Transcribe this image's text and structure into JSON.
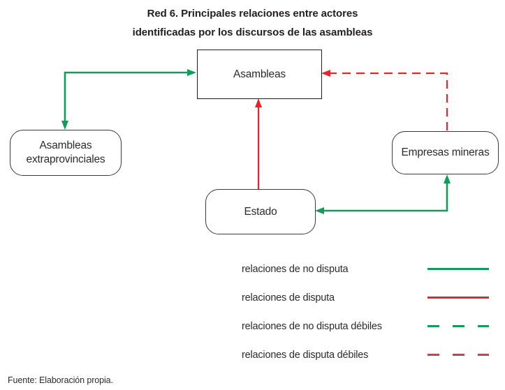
{
  "title": {
    "line1": "Red 6. Principales relaciones entre actores",
    "line2": "identificadas por los discursos de las asambleas"
  },
  "nodes": {
    "asambleas": {
      "label": "Asambleas"
    },
    "asambleas_extraprovinciales": {
      "label": "Asambleas extraprovinciales"
    },
    "empresas_mineras": {
      "label": "Empresas mineras"
    },
    "estado": {
      "label": "Estado"
    }
  },
  "edges": [
    {
      "from": "Asambleas",
      "to": "Asambleas extraprovinciales",
      "relation": "relación de no disputa",
      "direction": "bidirectional",
      "style": "solid",
      "color": "#119c57"
    },
    {
      "from": "Estado",
      "to": "Asambleas",
      "relation": "relación de disputa",
      "direction": "one-way",
      "style": "solid",
      "color": "#e42530"
    },
    {
      "from": "Empresas mineras",
      "to": "Asambleas",
      "relation": "relación de disputa débil",
      "direction": "one-way",
      "style": "dashed",
      "color": "#e42530"
    },
    {
      "from": "Empresas mineras",
      "to": "Estado",
      "relation": "relación de no disputa",
      "direction": "bidirectional",
      "style": "solid",
      "color": "#119c57"
    }
  ],
  "legend": {
    "items": [
      {
        "label": "relaciones de no disputa",
        "style": "solid",
        "color": "#119c57"
      },
      {
        "label": "relaciones de disputa",
        "style": "solid",
        "color": "#e42530"
      },
      {
        "label": "relaciones de no disputa débiles",
        "style": "dashed",
        "color": "#119c57"
      },
      {
        "label": "relaciones de disputa débiles",
        "style": "dashed",
        "color": "#c9414a"
      }
    ]
  },
  "footer": {
    "source": "Fuente: Elaboración propia."
  }
}
